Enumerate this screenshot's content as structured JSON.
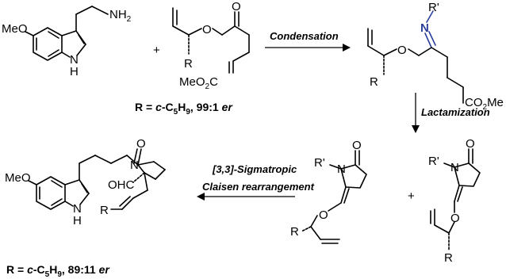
{
  "labels": {
    "meo": "MeO",
    "nh": "N",
    "h": "H",
    "nh2": "NH",
    "sub2": "2",
    "plus": "+",
    "o": "O",
    "r": "R",
    "r_prime": "R'",
    "n": "N",
    "meo2c": "MeO",
    "ohc": "OHC",
    "co2me": "CO",
    "me": "Me"
  },
  "arrows": {
    "condensation": "Condensation",
    "lactamization": "Lactamization",
    "sigmatropic": "[3,3]-Sigmatropic",
    "claisen": "Claisen rearrangement"
  },
  "conditions": {
    "top": {
      "prefix": "R = ",
      "italic": "c",
      "middle": "-C",
      "sub": "5",
      "mid2": "H",
      "sub2": "9",
      "suffix": ", 99:1 ",
      "er": "er"
    },
    "bottom": {
      "prefix": "R = ",
      "italic": "c",
      "middle": "-C",
      "sub": "5",
      "mid2": "H",
      "sub2": "9",
      "suffix": ", 89:11 ",
      "er": "er"
    }
  },
  "colors": {
    "imine_n": "#2a3f9a"
  }
}
